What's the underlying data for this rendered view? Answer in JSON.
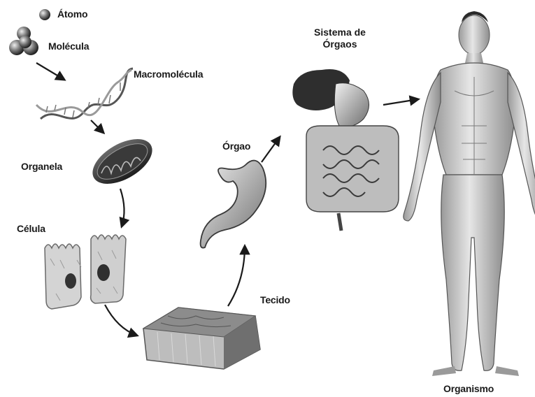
{
  "labels": {
    "atomo": "Átomo",
    "molecula": "Molécula",
    "macromolecula": "Macromolécula",
    "organela": "Organela",
    "celula": "Célula",
    "tecido": "Tecido",
    "orgao": "Órgao",
    "sistema_line1": "Sistema de",
    "sistema_line2": "Órgaos",
    "organismo": "Organismo"
  },
  "colors": {
    "ink": "#1a1a1a",
    "dark": "#2b2b2b",
    "mid": "#8a8a8a",
    "light": "#c9c9c9",
    "paper": "#ffffff"
  }
}
